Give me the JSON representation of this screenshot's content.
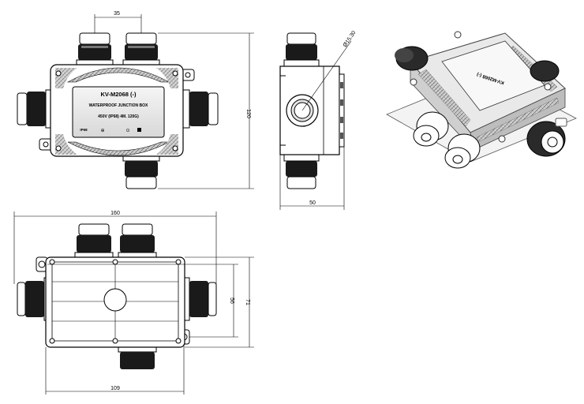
{
  "label": {
    "model": "KV-M2068 (-)",
    "line1": "WATERPROOF JUNCTION BOX",
    "line2": "450V  (IP68) 4M. 120G)",
    "line3": "IP68"
  },
  "dimensions": {
    "top_spacing": "35",
    "height": "120",
    "hole_diameter": "Ø15.30",
    "side_width": "50",
    "total_length": "160",
    "inner_height": "56",
    "total_height": "71",
    "body_length": "109"
  }
}
